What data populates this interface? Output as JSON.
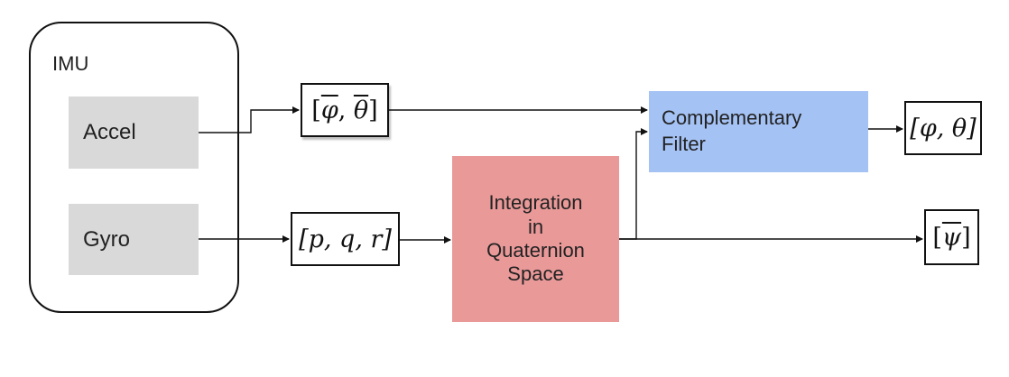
{
  "imu": {
    "label": "IMU"
  },
  "sensors": {
    "accel": "Accel",
    "gyro": "Gyro"
  },
  "signals": {
    "accel_open": "[",
    "accel_phi": "φ",
    "accel_sep": ", ",
    "accel_theta": "θ",
    "accel_close": "]",
    "gyro": "[p, q, r]",
    "out1": "[φ, θ]",
    "out2_open": "[",
    "out2_psi": "ψ",
    "out2_close": "]"
  },
  "blocks": {
    "integration": [
      "Integration",
      "in",
      "Quaternion",
      "Space"
    ],
    "filter": [
      "Complementary",
      "Filter"
    ]
  }
}
